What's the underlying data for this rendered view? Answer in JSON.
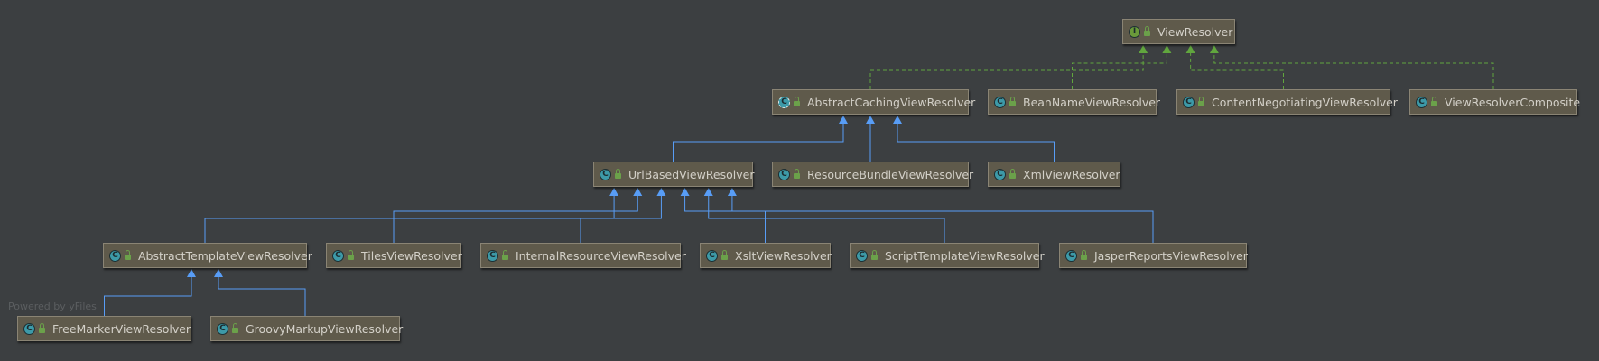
{
  "footer": "Powered by yFiles",
  "colors": {
    "background": "#3c3f41",
    "node_fill": "#5f5a4b",
    "extends_edge": "#589df6",
    "implements_edge": "#61a63e"
  },
  "nodes": {
    "view_resolver": {
      "label": "ViewResolver",
      "kind": "interface",
      "icon": "interface-icon"
    },
    "abstract_caching": {
      "label": "AbstractCachingViewResolver",
      "kind": "abstract",
      "icon": "abstract-class-icon"
    },
    "bean_name": {
      "label": "BeanNameViewResolver",
      "kind": "class",
      "icon": "class-icon"
    },
    "content_negotiating": {
      "label": "ContentNegotiatingViewResolver",
      "kind": "class",
      "icon": "class-icon"
    },
    "composite": {
      "label": "ViewResolverComposite",
      "kind": "class",
      "icon": "class-icon"
    },
    "url_based": {
      "label": "UrlBasedViewResolver",
      "kind": "class",
      "icon": "class-icon"
    },
    "resource_bundle": {
      "label": "ResourceBundleViewResolver",
      "kind": "class",
      "icon": "class-icon"
    },
    "xml": {
      "label": "XmlViewResolver",
      "kind": "class",
      "icon": "class-icon"
    },
    "abstract_template": {
      "label": "AbstractTemplateViewResolver",
      "kind": "class",
      "icon": "class-icon"
    },
    "tiles": {
      "label": "TilesViewResolver",
      "kind": "class",
      "icon": "class-icon"
    },
    "internal_resource": {
      "label": "InternalResourceViewResolver",
      "kind": "class",
      "icon": "class-icon"
    },
    "xslt": {
      "label": "XsltViewResolver",
      "kind": "class",
      "icon": "class-icon"
    },
    "script_template": {
      "label": "ScriptTemplateViewResolver",
      "kind": "class",
      "icon": "class-icon"
    },
    "jasper": {
      "label": "JasperReportsViewResolver",
      "kind": "class",
      "icon": "class-icon"
    },
    "freemarker": {
      "label": "FreeMarkerViewResolver",
      "kind": "class",
      "icon": "class-icon"
    },
    "groovy": {
      "label": "GroovyMarkupViewResolver",
      "kind": "class",
      "icon": "class-icon"
    }
  },
  "edges": [
    {
      "from": "abstract_caching",
      "to": "view_resolver",
      "type": "implements"
    },
    {
      "from": "bean_name",
      "to": "view_resolver",
      "type": "implements"
    },
    {
      "from": "content_negotiating",
      "to": "view_resolver",
      "type": "implements"
    },
    {
      "from": "composite",
      "to": "view_resolver",
      "type": "implements"
    },
    {
      "from": "url_based",
      "to": "abstract_caching",
      "type": "extends"
    },
    {
      "from": "resource_bundle",
      "to": "abstract_caching",
      "type": "extends"
    },
    {
      "from": "xml",
      "to": "abstract_caching",
      "type": "extends"
    },
    {
      "from": "abstract_template",
      "to": "url_based",
      "type": "extends"
    },
    {
      "from": "tiles",
      "to": "url_based",
      "type": "extends"
    },
    {
      "from": "internal_resource",
      "to": "url_based",
      "type": "extends"
    },
    {
      "from": "xslt",
      "to": "url_based",
      "type": "extends"
    },
    {
      "from": "script_template",
      "to": "url_based",
      "type": "extends"
    },
    {
      "from": "jasper",
      "to": "url_based",
      "type": "extends"
    },
    {
      "from": "freemarker",
      "to": "abstract_template",
      "type": "extends"
    },
    {
      "from": "groovy",
      "to": "abstract_template",
      "type": "extends"
    }
  ]
}
